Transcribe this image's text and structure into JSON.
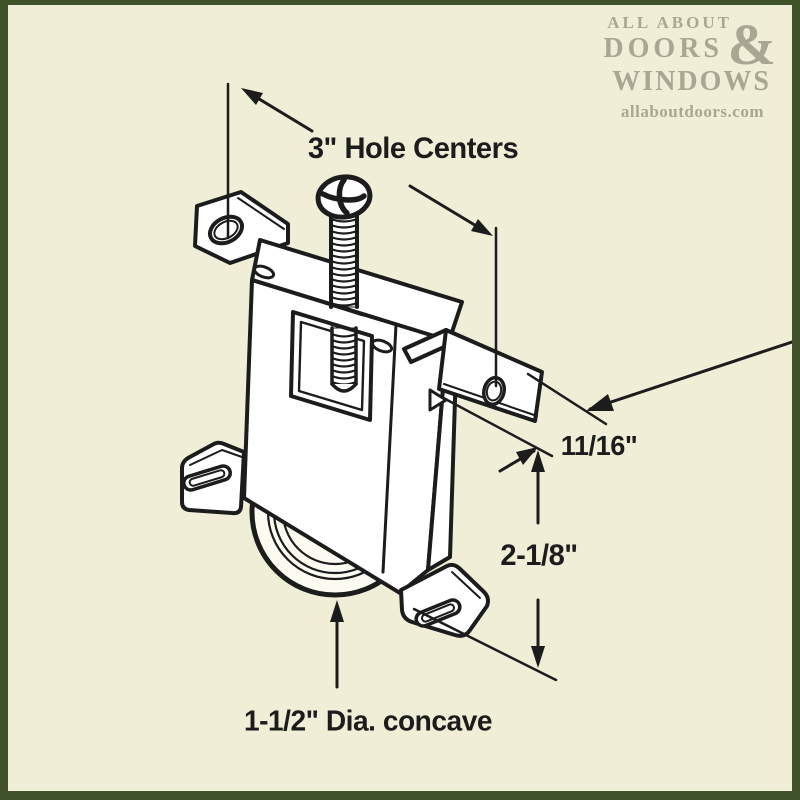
{
  "page": {
    "background_color": "#f0eed7",
    "frame_color": "#3f5229",
    "line_color": "#1c1c1c"
  },
  "logo": {
    "line1": "ALL ABOUT",
    "line2": "DOORS",
    "ampersand": "&",
    "line3": "WINDOWS",
    "website": "allaboutdoors.com",
    "color": "#a9a693"
  },
  "diagram": {
    "type": "isometric line drawing of sliding door roller assembly",
    "labels": {
      "hole_centers": "3\" Hole Centers",
      "bracket_offset": "11/16\"",
      "bracket_height": "2-1/8\"",
      "wheel_diameter": "1-1/2\" Dia. concave"
    },
    "colors": {
      "metal_fill": "#ffffff",
      "outline": "#1c1c1c"
    }
  }
}
